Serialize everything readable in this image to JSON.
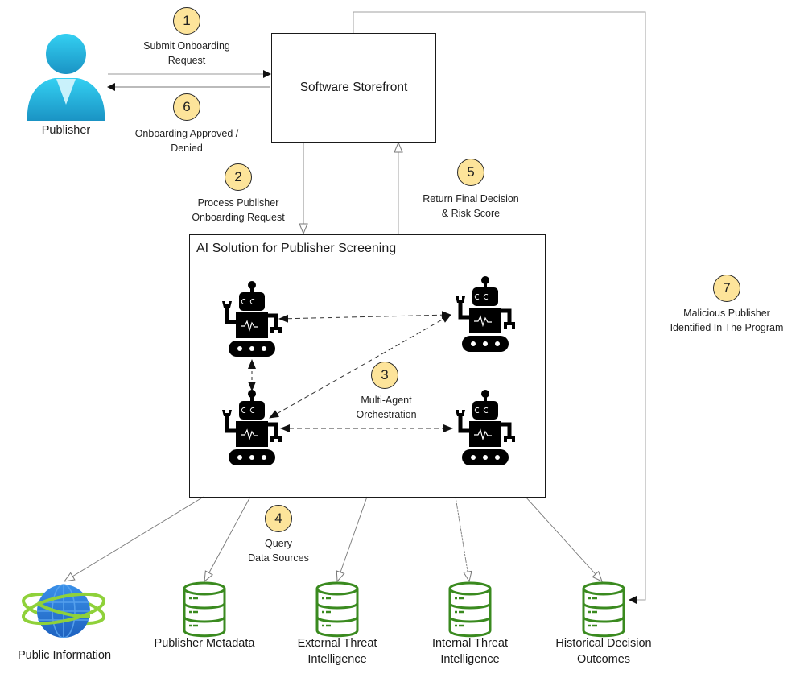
{
  "diagram": {
    "actor": {
      "label": "Publisher",
      "icon": "person-icon"
    },
    "storefront": {
      "title": "Software Storefront"
    },
    "ai_solution": {
      "title": "AI Solution for Publisher Screening",
      "agents": [
        "robot-icon",
        "robot-icon",
        "robot-icon",
        "robot-icon"
      ]
    },
    "steps": [
      {
        "number": "1",
        "lines": [
          "Submit Onboarding",
          "Request"
        ]
      },
      {
        "number": "2",
        "lines": [
          "Process Publisher",
          "Onboarding Request"
        ]
      },
      {
        "number": "3",
        "lines": [
          "Multi-Agent",
          "Orchestration"
        ]
      },
      {
        "number": "4",
        "lines": [
          "Query",
          "Data Sources"
        ]
      },
      {
        "number": "5",
        "lines": [
          "Return Final Decision",
          "& Risk Score"
        ]
      },
      {
        "number": "6",
        "lines": [
          "Onboarding Approved /",
          "Denied"
        ]
      },
      {
        "number": "7",
        "lines": [
          "Malicious Publisher",
          "Identified In The Program"
        ]
      }
    ],
    "data_sources": [
      {
        "icon": "globe-icon",
        "lines": [
          "Public Information"
        ]
      },
      {
        "icon": "database-icon",
        "lines": [
          "Publisher Metadata"
        ]
      },
      {
        "icon": "database-icon",
        "lines": [
          "External Threat",
          "Intelligence"
        ]
      },
      {
        "icon": "database-icon",
        "lines": [
          "Internal Threat",
          "Intelligence"
        ]
      },
      {
        "icon": "database-icon",
        "lines": [
          "Historical Decision",
          "Outcomes"
        ]
      }
    ],
    "colors": {
      "badge_fill": "#fde49a",
      "database_green": "#3a8a1f",
      "globe_blue": "#2f7fdc",
      "orbit_green": "#8fd13a",
      "person_cyan": "#2bb8e0"
    }
  }
}
